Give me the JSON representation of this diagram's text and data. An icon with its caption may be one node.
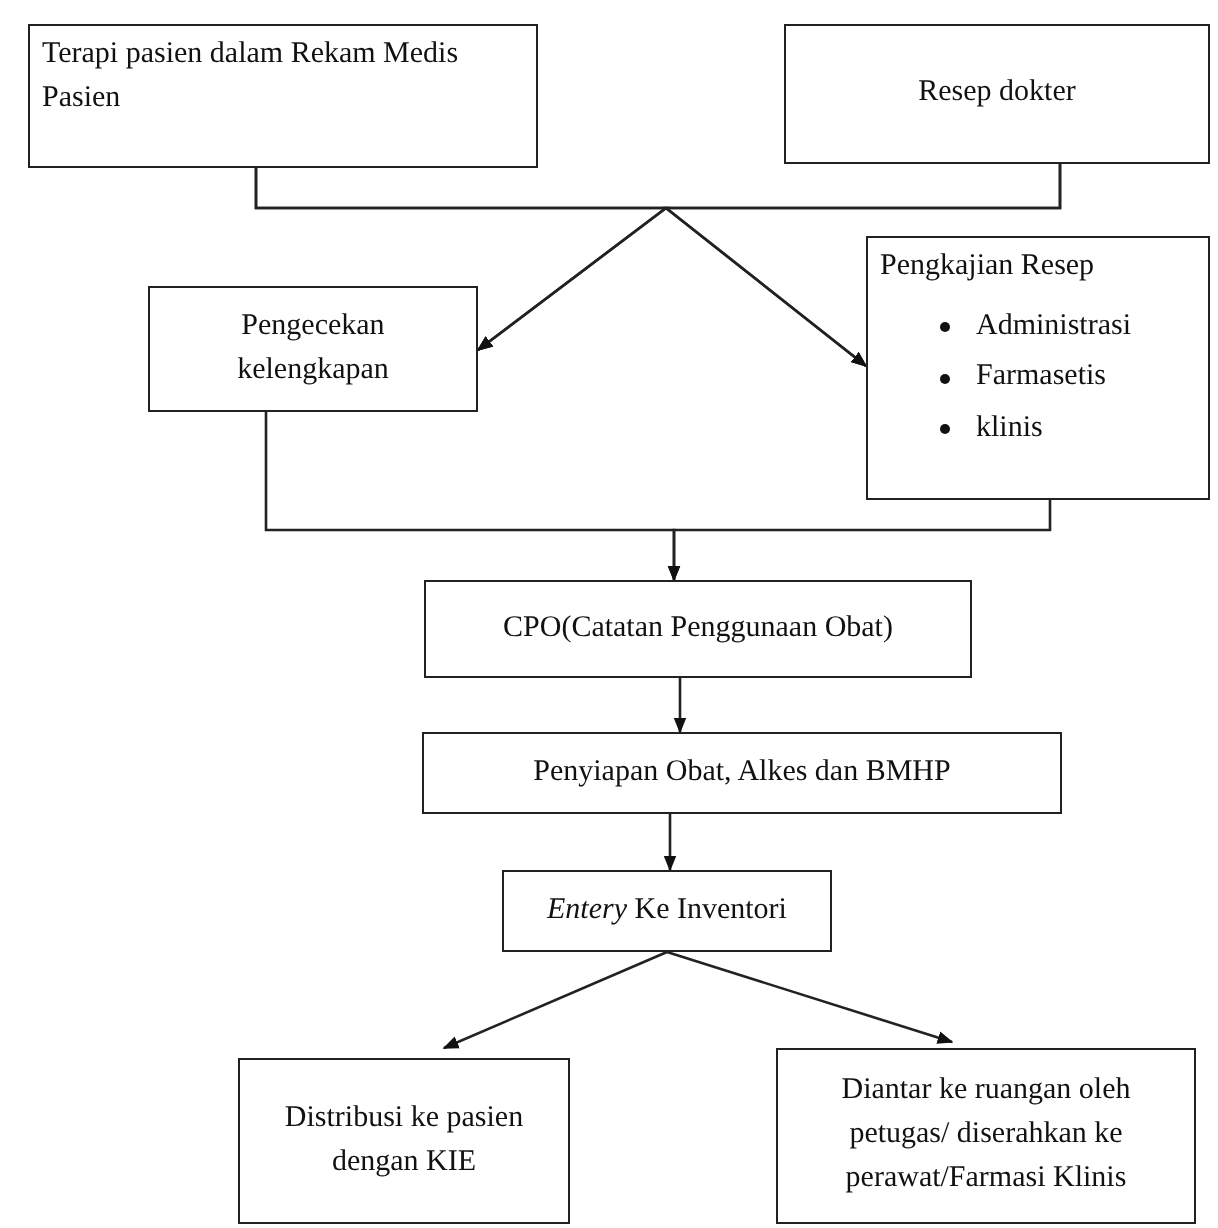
{
  "diagram": {
    "nodes": [
      {
        "text": [
          "Terapi pasien dalam Rekam Medis Pasien"
        ]
      },
      {
        "text": [
          "Resep dokter"
        ]
      },
      {
        "text": [
          "Pengecekan kelengkapan"
        ]
      },
      {
        "text": [
          "Pengkajian Resep",
          "Administrasi",
          "Farmasetis",
          "klinis"
        ]
      },
      {
        "text": [
          "CPO(Catatan Penggunaan Obat)"
        ]
      },
      {
        "text": [
          "Penyiapan Obat, Alkes dan BMHP"
        ]
      },
      {
        "text": [
          "*Entery* Ke Inventori"
        ]
      },
      {
        "text": [
          "Distribusi ke pasien dengan KIE"
        ]
      },
      {
        "text": [
          "Diantar ke ruangan oleh petugas/ diserahkan ke perawat/Farmasi Klinis"
        ]
      }
    ],
    "edges": [
      {
        "from": 0,
        "to": 2,
        "arrow": "to"
      },
      {
        "from": 0,
        "to": 3,
        "arrow": "to"
      },
      {
        "from": 1,
        "to": 2,
        "arrow": "to"
      },
      {
        "from": 1,
        "to": 3,
        "arrow": "to"
      },
      {
        "from": 2,
        "to": 4,
        "arrow": "to"
      },
      {
        "from": 3,
        "to": 4,
        "arrow": "to"
      },
      {
        "from": 4,
        "to": 5,
        "arrow": "to"
      },
      {
        "from": 5,
        "to": 6,
        "arrow": "to"
      },
      {
        "from": 6,
        "to": 7,
        "arrow": "to"
      },
      {
        "from": 6,
        "to": 8,
        "arrow": "to"
      }
    ]
  }
}
